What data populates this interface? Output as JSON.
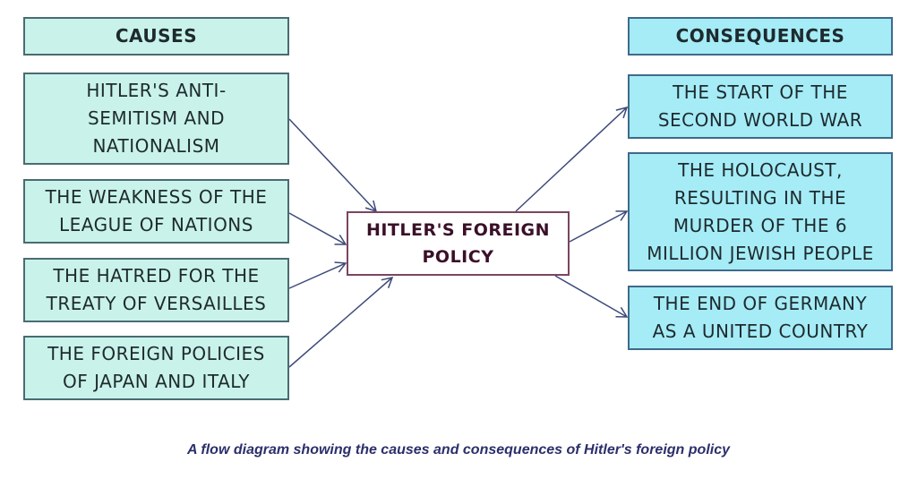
{
  "causes": {
    "header": "CAUSES",
    "items": [
      "HITLER'S ANTI-\nSEMITISM AND\nNATIONALISM",
      "THE WEAKNESS OF THE\nLEAGUE OF NATIONS",
      "THE HATRED FOR THE\nTREATY OF VERSAILLES",
      "THE FOREIGN POLICIES\nOF JAPAN AND ITALY"
    ]
  },
  "center": {
    "label": "HITLER'S FOREIGN\nPOLICY"
  },
  "consequences": {
    "header": "CONSEQUENCES",
    "items": [
      "THE START OF THE\nSECOND WORLD WAR",
      "THE HOLOCAUST,\nRESULTING IN THE\nMURDER OF THE 6\nMILLION JEWISH PEOPLE",
      "THE END OF GERMANY\nAS A UNITED COUNTRY"
    ]
  },
  "caption": "A flow diagram showing the causes and consequences of Hitler's foreign policy",
  "colors": {
    "cause_fill": "#c9f3ea",
    "consequence_fill": "#a5ecf6",
    "center_border": "#7a4560",
    "arrow": "#3d4a7a"
  }
}
